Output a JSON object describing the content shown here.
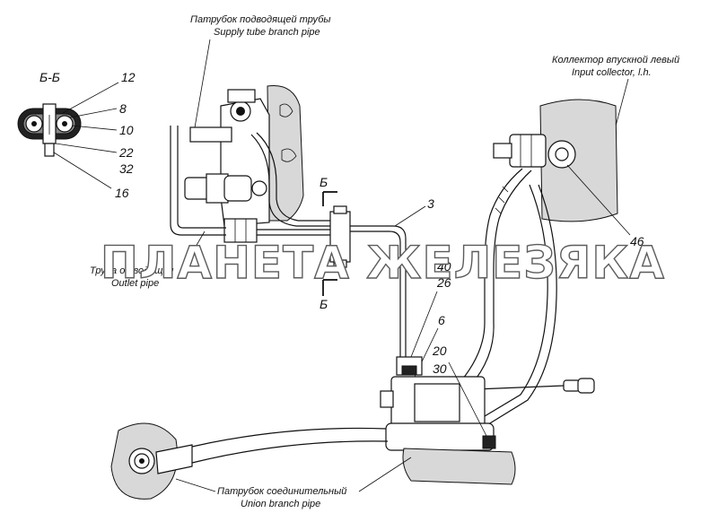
{
  "watermark": "ПЛАНЕТА ЖЕЛЕЗЯКА",
  "section": {
    "title": "Б-Б",
    "cut_label_top": "Б",
    "cut_label_bottom": "Б"
  },
  "callouts": {
    "supply_ru": "Патрубок подводящей трубы",
    "supply_en": "Supply tube branch pipe",
    "collector_ru": "Коллектор впускной левый",
    "collector_en": "Input collector, l.h.",
    "outlet_ru": "Труба отводящая",
    "outlet_en": "Outlet pipe",
    "union_ru": "Патрубок соединительный",
    "union_en": "Union branch pipe"
  },
  "positions": {
    "p12": "12",
    "p8": "8",
    "p10": "10",
    "p22": "22",
    "p32": "32",
    "p16": "16",
    "p3": "3",
    "p40": "40",
    "p26": "26",
    "p6": "6",
    "p20": "20",
    "p30": "30",
    "p46": "46"
  }
}
